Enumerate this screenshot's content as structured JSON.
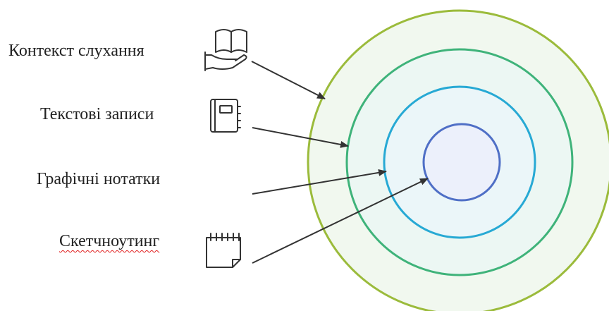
{
  "diagram": {
    "labels": [
      {
        "text": "Контекст слухання",
        "icon": "open-book-on-hand-icon"
      },
      {
        "text": "Текстові записи",
        "icon": "notebook-icon"
      },
      {
        "text": "Графічні нотатки",
        "icon": ""
      },
      {
        "text": "Скетчноутинг",
        "icon": "sketchpad-icon",
        "spellcheck_underline": true
      }
    ],
    "ring_colors": [
      "#9bbb3b",
      "#3fb37a",
      "#27a9d4",
      "#4f6fc6"
    ],
    "ring_fill": "#eef7f3",
    "center_fill": "#ecf0fb",
    "arrow_color": "#333333"
  }
}
